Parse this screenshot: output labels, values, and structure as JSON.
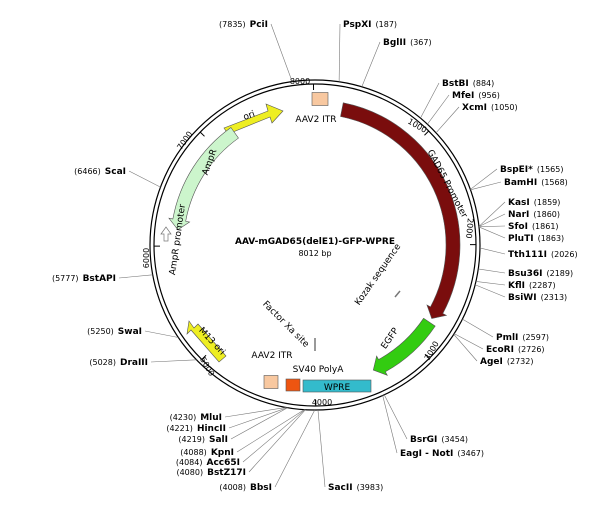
{
  "plasmid": {
    "name": "AAV-mGAD65(delE1)-GFP-WPRE",
    "length_label": "8012 bp",
    "length": 8012
  },
  "ticks": [
    {
      "label": "1000",
      "bp": 1000
    },
    {
      "label": "2000",
      "bp": 2000
    },
    {
      "label": "3000",
      "bp": 3000
    },
    {
      "label": "4000",
      "bp": 4000
    },
    {
      "label": "5000",
      "bp": 5000
    },
    {
      "label": "6000",
      "bp": 6000
    },
    {
      "label": "7000",
      "bp": 7000
    },
    {
      "label": "8000",
      "bp": 8000
    }
  ],
  "sites": [
    {
      "name": "PciI",
      "pos": "(7835)",
      "bp": 7835,
      "side": "left"
    },
    {
      "name": "PspXI",
      "pos": "(187)",
      "bp": 187,
      "side": "right"
    },
    {
      "name": "BglII",
      "pos": "(367)",
      "bp": 367,
      "side": "right"
    },
    {
      "name": "BstBI",
      "pos": "(884)",
      "bp": 884,
      "side": "right"
    },
    {
      "name": "MfeI",
      "pos": "(956)",
      "bp": 956,
      "side": "right"
    },
    {
      "name": "XcmI",
      "pos": "(1050)",
      "bp": 1050,
      "side": "right"
    },
    {
      "name": "BspEI*",
      "pos": "(1565)",
      "bp": 1565,
      "side": "right"
    },
    {
      "name": "BamHI",
      "pos": "(1568)",
      "bp": 1568,
      "side": "right"
    },
    {
      "name": "KasI",
      "pos": "(1859)",
      "bp": 1859,
      "side": "right"
    },
    {
      "name": "NarI",
      "pos": "(1860)",
      "bp": 1860,
      "side": "right"
    },
    {
      "name": "SfoI",
      "pos": "(1861)",
      "bp": 1861,
      "side": "right"
    },
    {
      "name": "PluTI",
      "pos": "(1863)",
      "bp": 1863,
      "side": "right"
    },
    {
      "name": "Tth111I",
      "pos": "(2026)",
      "bp": 2026,
      "side": "right"
    },
    {
      "name": "Bsu36I",
      "pos": "(2189)",
      "bp": 2189,
      "side": "right"
    },
    {
      "name": "KflI",
      "pos": "(2287)",
      "bp": 2287,
      "side": "right"
    },
    {
      "name": "BsiWI",
      "pos": "(2313)",
      "bp": 2313,
      "side": "right"
    },
    {
      "name": "PmlI",
      "pos": "(2597)",
      "bp": 2597,
      "side": "right"
    },
    {
      "name": "EcoRI",
      "pos": "(2726)",
      "bp": 2726,
      "side": "right"
    },
    {
      "name": "AgeI",
      "pos": "(2732)",
      "bp": 2732,
      "side": "right"
    },
    {
      "name": "BsrGI",
      "pos": "(3454)",
      "bp": 3454,
      "side": "right"
    },
    {
      "name": "EagI - NotI",
      "pos": "(3467)",
      "bp": 3467,
      "side": "right"
    },
    {
      "name": "SacII",
      "pos": "(3983)",
      "bp": 3983,
      "side": "right"
    },
    {
      "name": "BbsI",
      "pos": "(4008)",
      "bp": 4008,
      "side": "left"
    },
    {
      "name": "BstZ17I",
      "pos": "(4080)",
      "bp": 4080,
      "side": "left"
    },
    {
      "name": "Acc65I",
      "pos": "(4084)",
      "bp": 4084,
      "side": "left"
    },
    {
      "name": "KpnI",
      "pos": "(4088)",
      "bp": 4088,
      "side": "left"
    },
    {
      "name": "SalI",
      "pos": "(4219)",
      "bp": 4219,
      "side": "left"
    },
    {
      "name": "HincII",
      "pos": "(4221)",
      "bp": 4221,
      "side": "left"
    },
    {
      "name": "MluI",
      "pos": "(4230)",
      "bp": 4230,
      "side": "left"
    },
    {
      "name": "DraIII",
      "pos": "(5028)",
      "bp": 5028,
      "side": "left"
    },
    {
      "name": "SwaI",
      "pos": "(5250)",
      "bp": 5250,
      "side": "left"
    },
    {
      "name": "BstAPI",
      "pos": "(5777)",
      "bp": 5777,
      "side": "left"
    },
    {
      "name": "ScaI",
      "pos": "(6466)",
      "bp": 6466,
      "side": "left"
    }
  ],
  "features": [
    {
      "name": "GAD65 Promoter",
      "color": "#7a0d0d"
    },
    {
      "name": "EGFP",
      "color": "#33cc11"
    },
    {
      "name": "WPRE",
      "color": "#33bbcc"
    },
    {
      "name": "SV40 PolyA",
      "color": "#ee5511"
    },
    {
      "name": "AAV2 ITR",
      "color": "#f8c8a0"
    },
    {
      "name": "AAV2 ITR",
      "color": "#f8c8a0"
    },
    {
      "name": "ori",
      "color": "#eeee22"
    },
    {
      "name": "AmpR",
      "color": "#ccf5cc"
    },
    {
      "name": "AmpR promoter",
      "color": "#ffffff"
    },
    {
      "name": "M13 ori",
      "color": "#eeee22"
    },
    {
      "name": "Kozak sequence",
      "color": "#888888"
    },
    {
      "name": "Factor Xa site",
      "color": "#888888"
    }
  ]
}
